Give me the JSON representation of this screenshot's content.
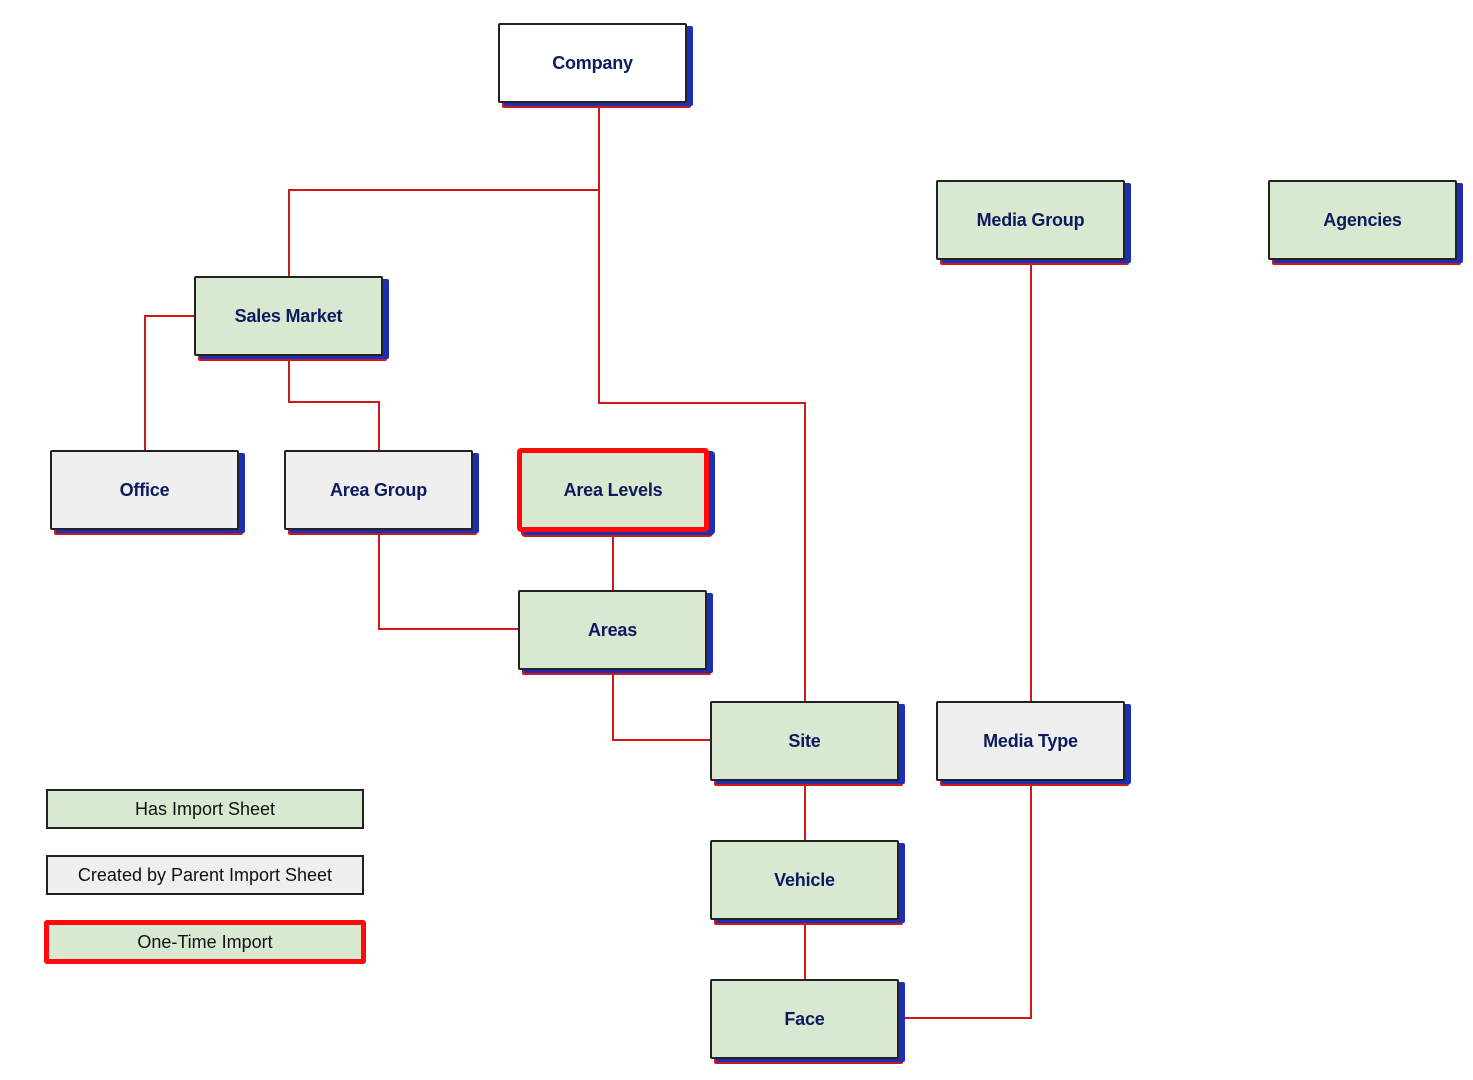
{
  "diagram": {
    "nodes": {
      "company": "Company",
      "media_group": "Media Group",
      "agencies": "Agencies",
      "sales_market": "Sales Market",
      "office": "Office",
      "area_group": "Area Group",
      "area_levels": "Area Levels",
      "areas": "Areas",
      "site": "Site",
      "media_type": "Media Type",
      "vehicle": "Vehicle",
      "face": "Face"
    },
    "edges": [
      [
        "company",
        "sales_market"
      ],
      [
        "company",
        "site"
      ],
      [
        "sales_market",
        "office"
      ],
      [
        "sales_market",
        "area_group"
      ],
      [
        "area_group",
        "areas"
      ],
      [
        "area_levels",
        "areas"
      ],
      [
        "areas",
        "site"
      ],
      [
        "site",
        "vehicle"
      ],
      [
        "vehicle",
        "face"
      ],
      [
        "media_group",
        "media_type"
      ],
      [
        "media_type",
        "face"
      ]
    ]
  },
  "legend": {
    "has_import_sheet": "Has Import Sheet",
    "created_by_parent": "Created by Parent Import Sheet",
    "one_time_import": "One-Time Import"
  },
  "colors": {
    "import_fill": "#d9e9d1",
    "parent_fill": "#efefef",
    "root_fill": "#ffffff",
    "connector": "#cc1a1a",
    "one_time_border": "#ff0a0a",
    "label_text": "#0c1a5e",
    "shadow": "#1f2fb5"
  }
}
